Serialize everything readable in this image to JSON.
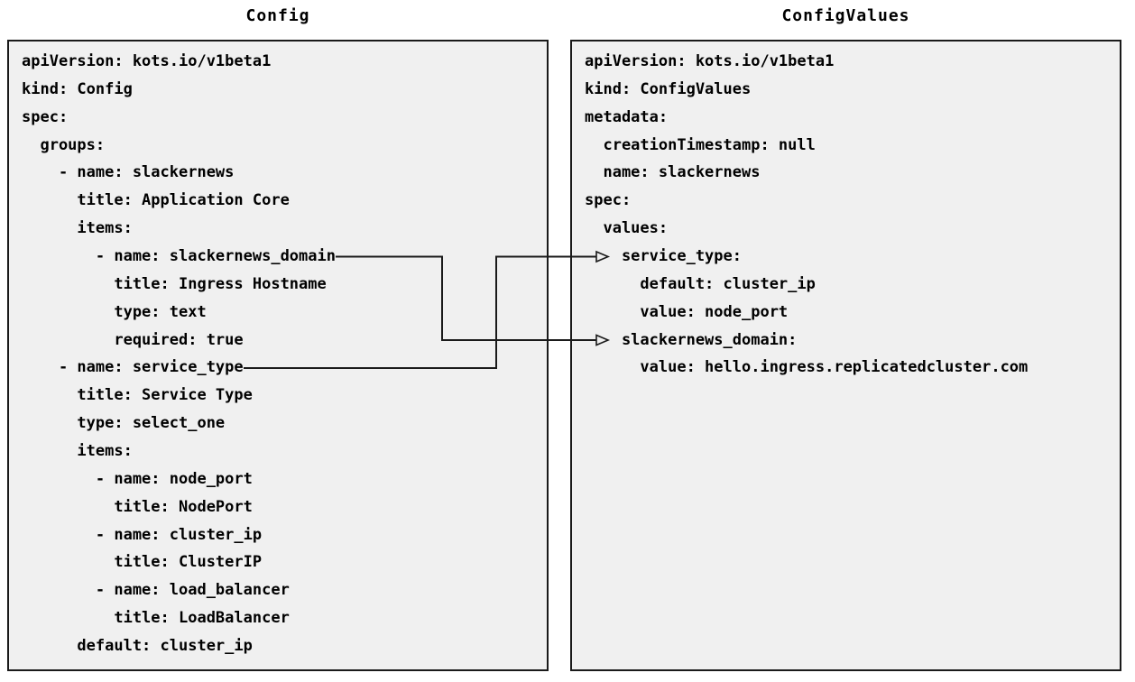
{
  "diagram": {
    "left_panel": {
      "title": "Config",
      "yaml_lines": [
        "apiVersion: kots.io/v1beta1",
        "kind: Config",
        "spec:",
        "  groups:",
        "    - name: slackernews",
        "      title: Application Core",
        "      items:",
        "        - name: slackernews_domain",
        "          title: Ingress Hostname",
        "          type: text",
        "          required: true",
        "    - name: service_type",
        "      title: Service Type",
        "      type: select_one",
        "      items:",
        "        - name: node_port",
        "          title: NodePort",
        "        - name: cluster_ip",
        "          title: ClusterIP",
        "        - name: load_balancer",
        "          title: LoadBalancer",
        "      default: cluster_ip"
      ]
    },
    "right_panel": {
      "title": "ConfigValues",
      "yaml_lines": [
        "apiVersion: kots.io/v1beta1",
        "kind: ConfigValues",
        "metadata:",
        "  creationTimestamp: null",
        "  name: slackernews",
        "spec:",
        "  values:",
        "    service_type:",
        "      default: cluster_ip",
        "      value: node_port",
        "    slackernews_domain:",
        "      value: hello.ingress.replicatedcluster.com"
      ]
    },
    "connections": [
      {
        "from": "Config: - name: slackernews_domain",
        "to": "ConfigValues: slackernews_domain:"
      },
      {
        "from": "Config: - name: service_type",
        "to": "ConfigValues: service_type:"
      }
    ],
    "colors": {
      "page_bg": "#ffffff",
      "panel_bg": "#f0f0f0",
      "panel_border": "#1a1a1a",
      "text": "#000000",
      "arrow": "#1a1a1a"
    }
  }
}
